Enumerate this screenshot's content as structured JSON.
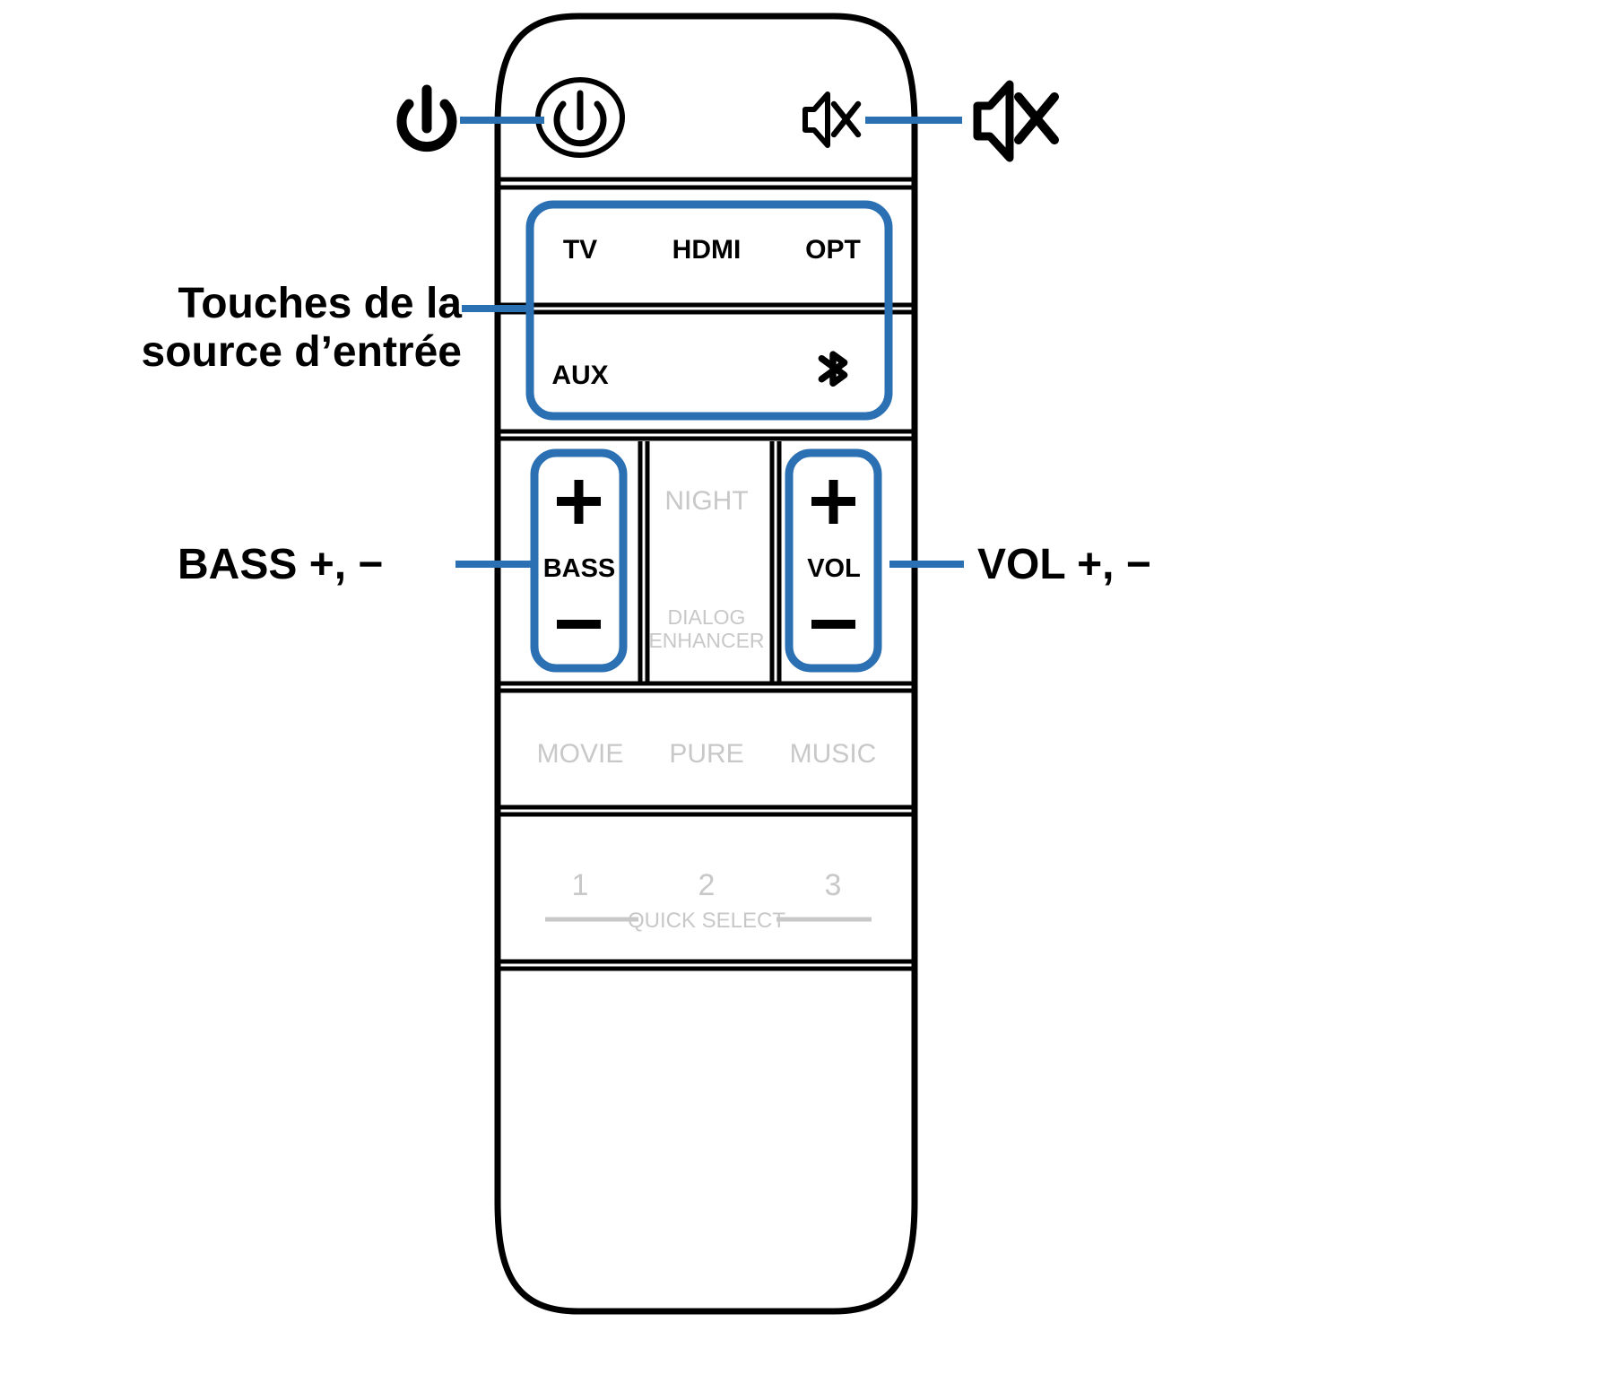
{
  "figure": {
    "type": "remote-control-callout-diagram",
    "language": "fr",
    "device": "soundbar remote control",
    "colors": {
      "callout_blue": "#2b70b3",
      "outline_black": "#000000",
      "inactive_gray": "#c8c8c8",
      "background": "#ffffff"
    }
  },
  "callouts": {
    "power": {
      "label": "",
      "icon": "power-icon",
      "position": "top-left"
    },
    "mute": {
      "label": "",
      "icon": "mute-icon",
      "position": "top-right"
    },
    "input_source": {
      "line1": "Touches de la",
      "line2": "source d’entrée",
      "position": "middle-left"
    },
    "bass": {
      "label": "BASS +, −",
      "position": "lower-left"
    },
    "vol": {
      "label": "VOL +, −",
      "position": "lower-right"
    }
  },
  "remote": {
    "power_button": {
      "icon": "power-icon",
      "highlighted": false
    },
    "input_row_1": {
      "buttons": [
        "TV",
        "HDMI",
        "OPT"
      ],
      "highlighted": true
    },
    "input_row_2": {
      "buttons": [
        "AUX"
      ],
      "bluetooth_icon": "bluetooth-icon",
      "highlighted": true
    },
    "bass_button": {
      "plus": "+",
      "label": "BASS",
      "minus": "−",
      "highlighted": true
    },
    "night_button": {
      "label": "NIGHT",
      "sub_line1": "DIALOG",
      "sub_line2": "ENHANCER",
      "highlighted": false
    },
    "vol_button": {
      "plus": "+",
      "label": "VOL",
      "minus": "−",
      "highlighted": true
    },
    "sound_mode_row": {
      "buttons": [
        "MOVIE",
        "PURE",
        "MUSIC"
      ],
      "highlighted": false
    },
    "quick_select_row": {
      "numbers": [
        "1",
        "2",
        "3"
      ],
      "label": "QUICK SELECT",
      "highlighted": false
    }
  }
}
